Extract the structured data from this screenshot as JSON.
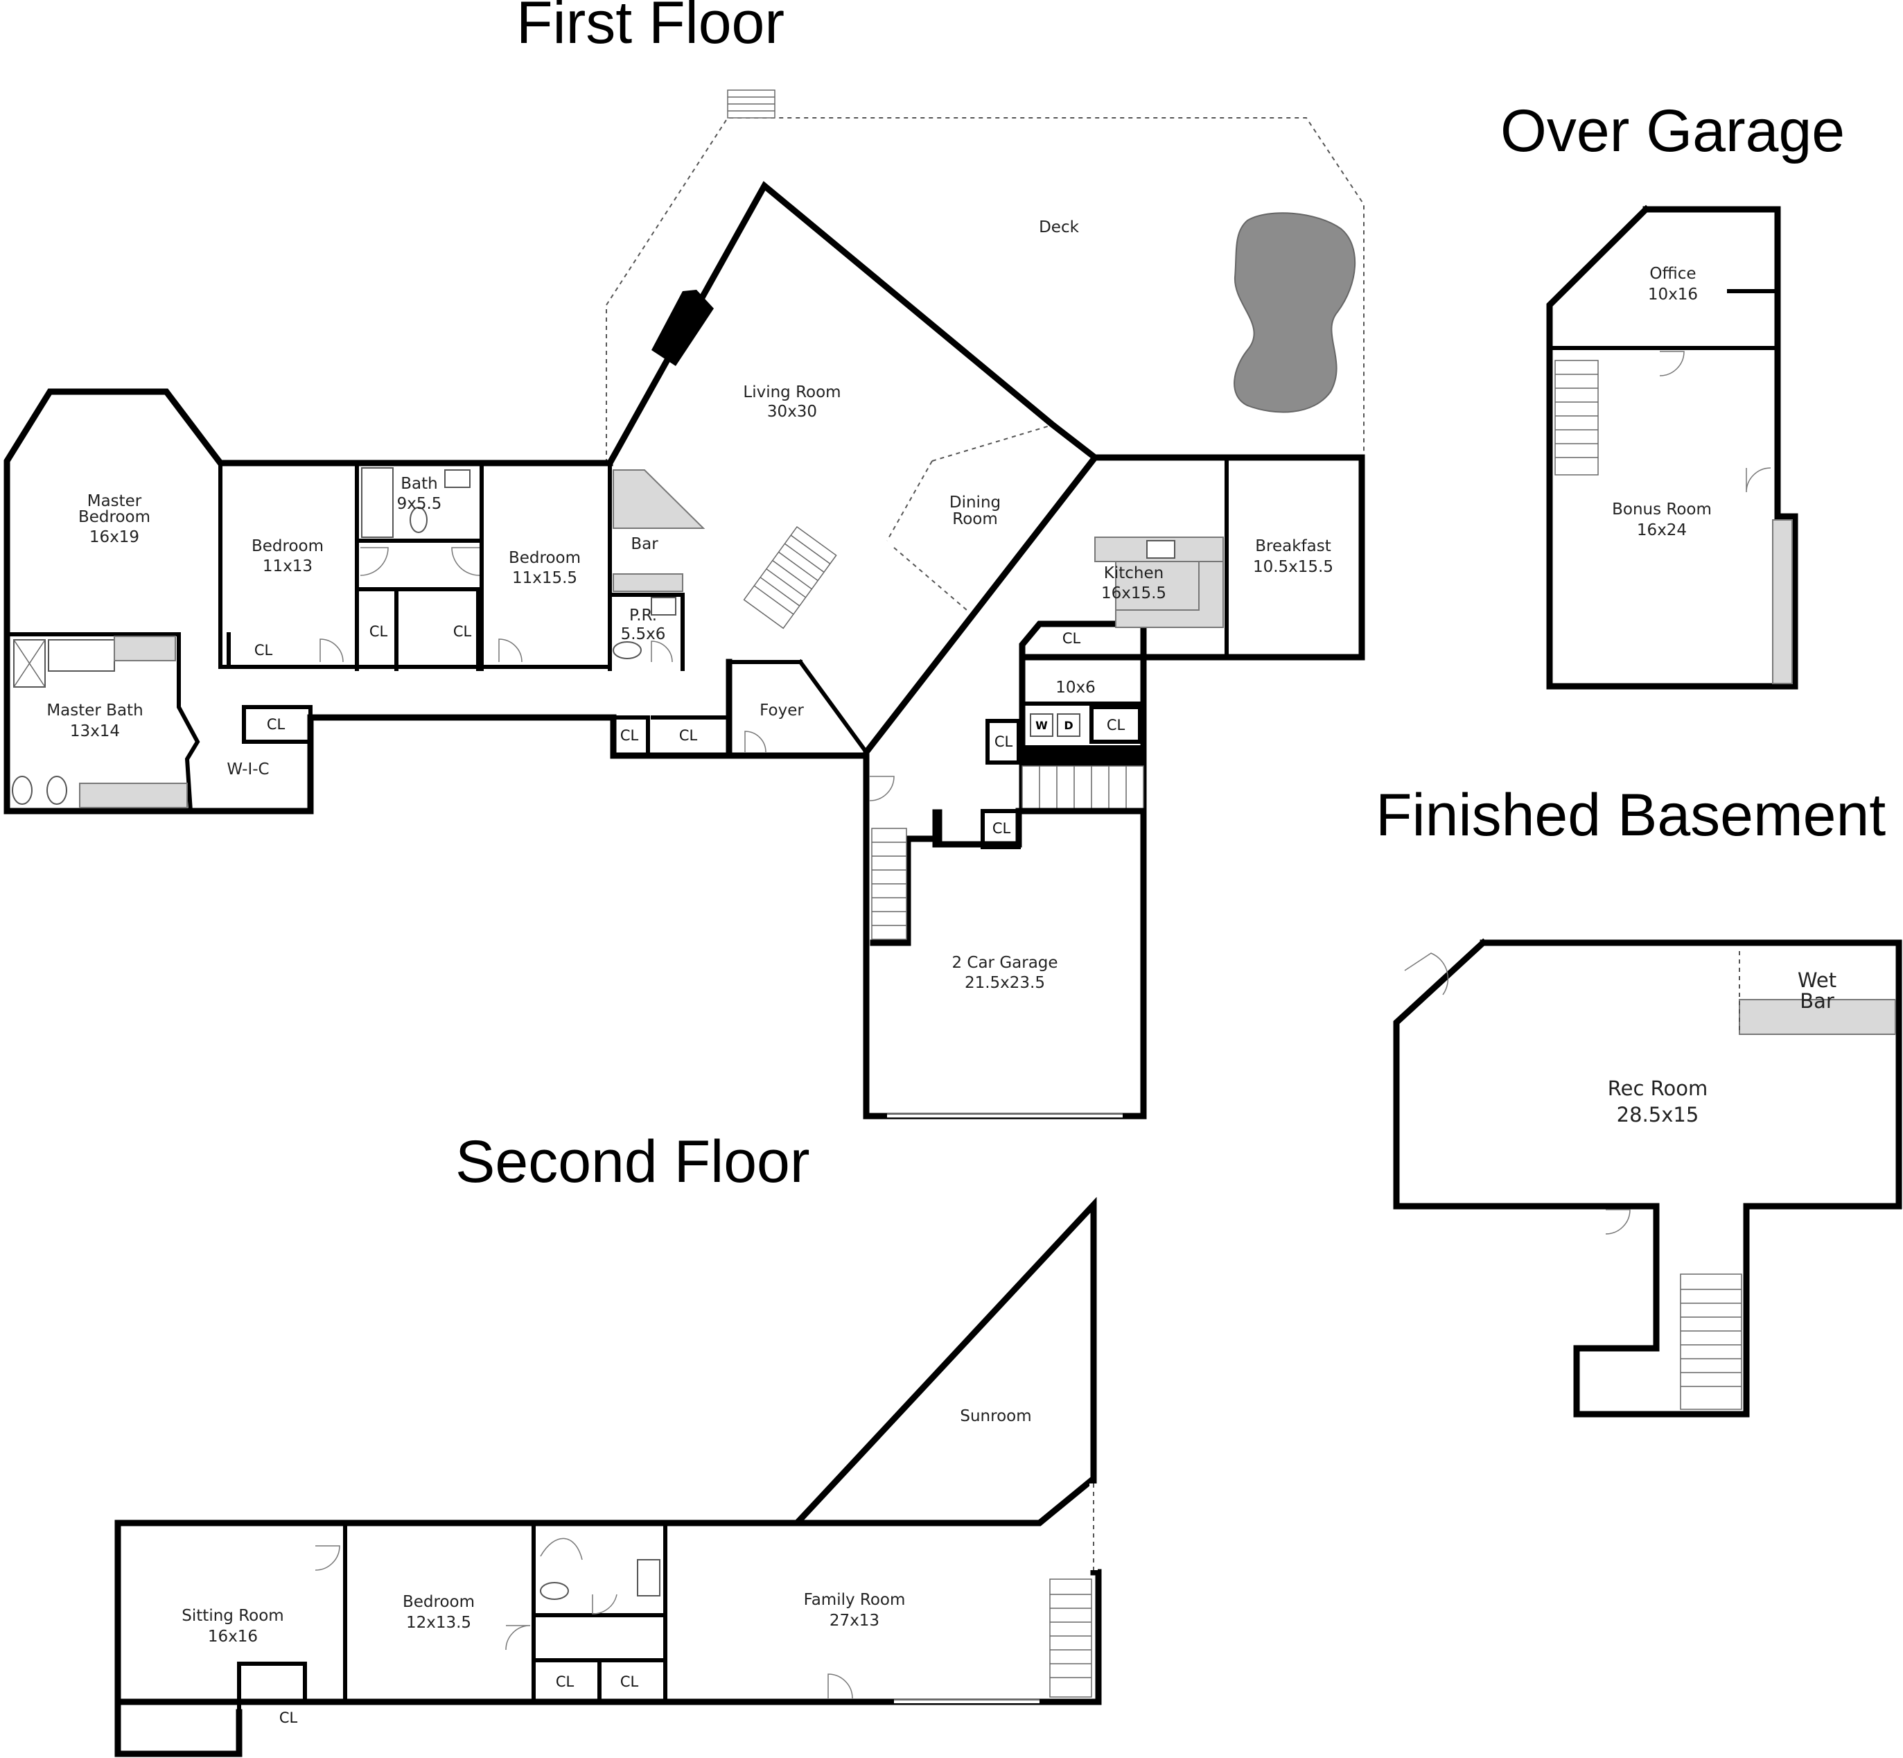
{
  "titles": {
    "first_floor": "First Floor",
    "over_garage": "Over Garage",
    "finished_basement": "Finished Basement",
    "second_floor": "Second Floor"
  },
  "first_floor": {
    "deck": "Deck",
    "living_room": {
      "name": "Living Room",
      "size": "30x30"
    },
    "dining_room": {
      "name_line1": "Dining",
      "name_line2": "Room"
    },
    "bar": "Bar",
    "powder_room": {
      "name": "P.R.",
      "size": "5.5x6"
    },
    "foyer": "Foyer",
    "kitchen": {
      "name": "Kitchen",
      "size": "16x15.5"
    },
    "breakfast": {
      "name": "Breakfast",
      "size": "10.5x15.5"
    },
    "laundry": {
      "size": "10x6",
      "washer": "W",
      "dryer": "D"
    },
    "garage": {
      "name": "2 Car Garage",
      "size": "21.5x23.5"
    },
    "master_bedroom": {
      "name_line1": "Master",
      "name_line2": "Bedroom",
      "size": "16x19"
    },
    "master_bath": {
      "name": "Master Bath",
      "size": "13x14"
    },
    "wic": "W-I-C",
    "bedroom_1": {
      "name": "Bedroom",
      "size": "11x13"
    },
    "bath": {
      "name": "Bath",
      "size": "9x5.5"
    },
    "bedroom_2": {
      "name": "Bedroom",
      "size": "11x15.5"
    },
    "closet": "CL"
  },
  "over_garage": {
    "office": {
      "name": "Office",
      "size": "10x16"
    },
    "bonus_room": {
      "name": "Bonus Room",
      "size": "16x24"
    }
  },
  "finished_basement": {
    "wet_bar": {
      "line1": "Wet",
      "line2": "Bar"
    },
    "rec_room": {
      "name": "Rec Room",
      "size": "28.5x15"
    }
  },
  "second_floor": {
    "sunroom": "Sunroom",
    "sitting_room": {
      "name": "Sitting Room",
      "size": "16x16"
    },
    "bedroom": {
      "name": "Bedroom",
      "size": "12x13.5"
    },
    "family_room": {
      "name": "Family Room",
      "size": "27x13"
    },
    "closet": "CL"
  }
}
